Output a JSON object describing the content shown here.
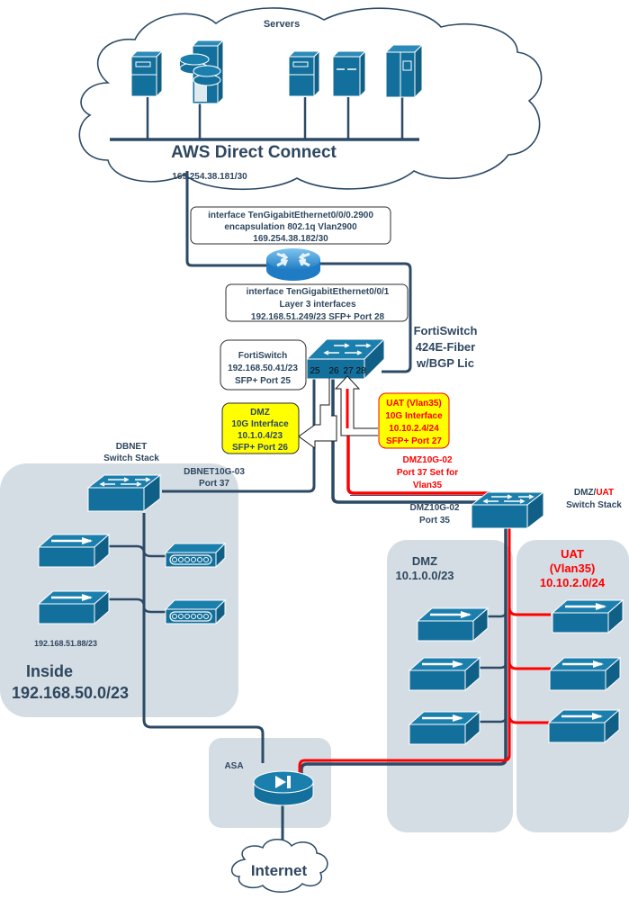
{
  "title": "AWS Direct Connect / FortiSwitch network topology",
  "colors": {
    "device_blue": "#136f9b",
    "device_top": "#1b7fae",
    "link_dark": "#2c4a66",
    "link_red": "#ff0000",
    "zone_gray": "#d5dde4",
    "label_dark": "#2e4760",
    "label_red": "#ff0000",
    "callout_yellow": "#ffff00"
  },
  "cloud": {
    "servers_label": "Servers",
    "name": "AWS Direct Connect",
    "ip": "169.254.38.181/30"
  },
  "router_box_top": {
    "line1": "interface TenGigabitEthernet0/0/0.2900",
    "line2": "encapsulation 802.1q Vlan2900",
    "line3": "169.254.38.182/30"
  },
  "router_box_bottom": {
    "line1": "interface TenGigabitEthernet0/0/1",
    "line2": "Layer 3 interfaces",
    "line3": "192.168.51.249/23 SFP+ Port 28"
  },
  "fortiswitch": {
    "label_line1": "FortiSwitch",
    "label_line2": "424E-Fiber",
    "label_line3": "w/BGP Lic",
    "ports": [
      "25",
      "26",
      "27",
      "28"
    ],
    "mgmt_box": {
      "line1": "FortiSwitch",
      "line2": "192.168.50.41/23",
      "line3": "SFP+ Port 25"
    }
  },
  "dmz_callout": {
    "line1": "DMZ",
    "line2": "10G Interface",
    "line3": "10.1.0.4/23",
    "line4": "SFP+ Port 26"
  },
  "uat_callout": {
    "line1": "UAT (Vlan35)",
    "line2": "10G Interface",
    "line3": "10.10.2.4/24",
    "line4": "SFP+ Port 27"
  },
  "dbnet": {
    "stack_line1": "DBNET",
    "stack_line2": "Switch Stack",
    "port_line1": "DBNET10G-03",
    "port_line2": "Port 37",
    "device_ip": "192.168.51.88/23",
    "zone_line1": "Inside",
    "zone_line2": "192.168.50.0/23"
  },
  "dmz_uat_stack": {
    "label_dmz": "DMZ/",
    "label_uat": "UAT",
    "label_line2": "Switch Stack",
    "red_port_line1": "DMZ10G-02",
    "red_port_line2": "Port 37 Set for",
    "red_port_line3": "Vlan35",
    "dark_port_line1": "DMZ10G-02",
    "dark_port_line2": "Port 35"
  },
  "dmz_zone": {
    "line1": "DMZ",
    "line2": "10.1.0.0/23"
  },
  "uat_zone": {
    "line1": "UAT",
    "line2": "(Vlan35)",
    "line3": "10.10.2.0/24"
  },
  "asa": {
    "label": "ASA"
  },
  "internet": {
    "label": "Internet"
  }
}
